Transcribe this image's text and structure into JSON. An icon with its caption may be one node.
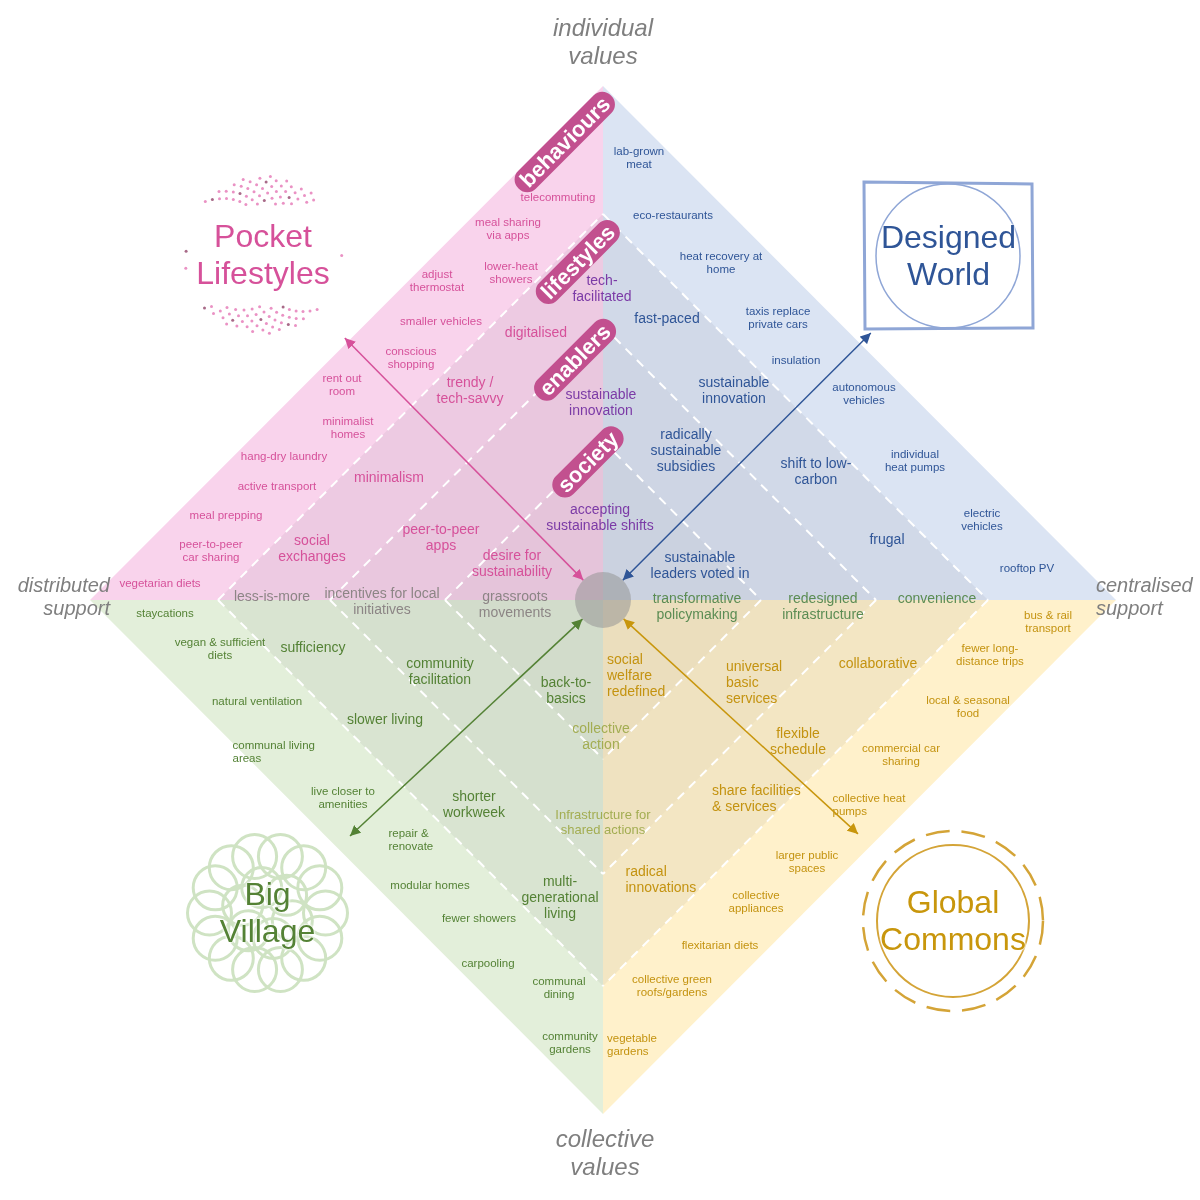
{
  "diagram": {
    "nodes": [
      {
        "text": [
          "Pocket Lifestyles"
        ]
      },
      {
        "text": [
          "Designed World"
        ]
      },
      {
        "text": [],
        "shape": "circle"
      },
      {
        "text": [
          "Big Village"
        ]
      },
      {
        "text": [
          "Global Commons"
        ]
      }
    ],
    "edges": [
      {
        "from": 2,
        "to": 0,
        "arrow": "both",
        "color": "#d6519a"
      },
      {
        "from": 2,
        "to": 1,
        "arrow": "both",
        "color": "#2f5597"
      },
      {
        "from": 2,
        "to": 3,
        "arrow": "both",
        "color": "#548235"
      },
      {
        "from": 2,
        "to": 4,
        "arrow": "both",
        "color": "#c8960c"
      }
    ],
    "labels": [
      "individual values",
      "behaviours",
      "lab-grown meat",
      "telecommuting",
      "eco-restaurants",
      "meal sharing via apps",
      "lifestyles",
      "heat recovery at home",
      "adjust thermostat",
      "lower-heat showers",
      "tech-facilitated",
      "taxis replace private cars",
      "fast-paced",
      "smaller vehicles",
      "digitalised",
      "enablers",
      "conscious shopping",
      "insulation",
      "rent out room",
      "trendy / tech-savvy",
      "sustainable innovation",
      "sustainable innovation",
      "autonomous vehicles",
      "minimalist homes",
      "radically sustainable subsidies",
      "hang-dry laundry",
      "society",
      "shift to low-carbon",
      "individual heat pumps",
      "minimalism",
      "active transport",
      "accepting sustainable shifts",
      "electric vehicles",
      "meal prepping",
      "peer-to-peer car sharing",
      "social exchanges",
      "peer-to-peer apps",
      "frugal",
      "desire for sustainability",
      "sustainable leaders voted in",
      "rooftop PV",
      "distributed support",
      "vegetarian diets",
      "less-is-more",
      "incentives for local initiatives",
      "grassroots movements",
      "transformative policymaking",
      "redesigned infrastructure",
      "convenience",
      "centralised support",
      "staycations",
      "bus & rail transport",
      "vegan & sufficient diets",
      "sufficiency",
      "fewer long-distance trips",
      "social welfare redefined",
      "universal basic services",
      "collaborative",
      "community facilitation",
      "back-to-basics",
      "natural ventilation",
      "local & seasonal food",
      "slower living",
      "communal living areas",
      "collective action",
      "flexible schedule",
      "commercial car sharing",
      "live closer to amenities",
      "shorter workweek",
      "share facilities & services",
      "collective heat pumps",
      "Infrastructure for shared actions",
      "repair & renovate",
      "larger public spaces",
      "radical innovations",
      "multi-generational living",
      "modular homes",
      "collective appliances",
      "fewer showers",
      "flexitarian diets",
      "carpooling",
      "communal dining",
      "collective green roofs/gardens",
      "community gardens",
      "vegetable gardens",
      "collective values"
    ]
  }
}
